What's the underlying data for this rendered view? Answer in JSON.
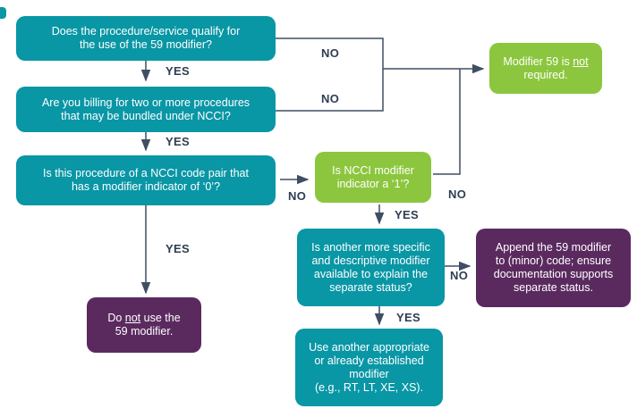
{
  "colors": {
    "teal": "#0996A5",
    "green": "#8CC63E",
    "purple": "#5A2A5F",
    "line": "#3F4E63",
    "label": "#2E3E52",
    "node_text": "#FFFFFF"
  },
  "labels": {
    "yes": "YES",
    "no": "NO"
  },
  "nodes": {
    "q1": {
      "l1": "Does the procedure/service qualify for",
      "l2": "the use of the 59 modifier?"
    },
    "q2": {
      "l1": "Are you billing for two or more procedures",
      "l2": "that may be bundled under NCCI?"
    },
    "q3": {
      "l1": "Is this procedure of a NCCI code pair that",
      "l2": "has a modifier indicator of ‘0’?"
    },
    "nq": {
      "l1": "Is NCCI modifier",
      "l2": "indicator a ‘1’?"
    },
    "result": {
      "l1_pre": "Modifier 59 is ",
      "l1_u": "not",
      "l2": "required."
    },
    "q4": {
      "l1": "Is another more specific",
      "l2": "and descriptive modifier",
      "l3": "available to explain the",
      "l4": "separate status?"
    },
    "append": {
      "l1": "Append the 59 modifier",
      "l2": "to (minor) code; ensure",
      "l3": "documentation supports",
      "l4": "separate status."
    },
    "donot": {
      "l1_pre": "Do ",
      "l1_u": "not",
      "l1_post": " use the",
      "l2": "59 modifier."
    },
    "use": {
      "l1": "Use another appropriate",
      "l2": "or already established",
      "l3": "modifier",
      "l4": "(e.g., RT, LT, XE, XS)."
    }
  }
}
